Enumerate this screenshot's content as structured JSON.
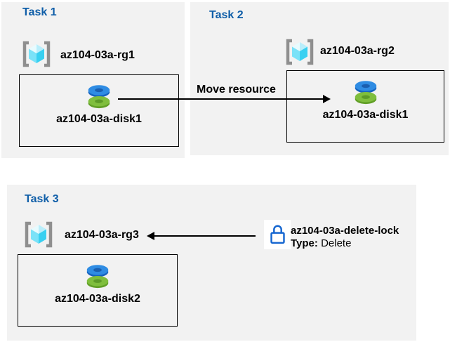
{
  "tasks": [
    {
      "title": "Task 1",
      "rg_label": "az104-03a-rg1",
      "disk_label": "az104-03a-disk1"
    },
    {
      "title": "Task 2",
      "rg_label": "az104-03a-rg2",
      "disk_label": "az104-03a-disk1"
    },
    {
      "title": "Task 3",
      "rg_label": "az104-03a-rg3",
      "disk_label": "az104-03a-disk2"
    }
  ],
  "move_arrow": {
    "label": "Move resource"
  },
  "lock": {
    "name": "az104-03a-delete-lock",
    "type_label": "Type:",
    "type_value": "Delete"
  },
  "icons": {
    "resource_group": "resource-group-icon (bracketed cyan cube)",
    "disk": "disk-icon (blue and green stacked disks)",
    "lock": "lock-icon (blue padlock outline)",
    "arrow_right": "arrowhead-right-icon",
    "arrow_left": "arrowhead-left-icon"
  },
  "colors": {
    "panel_bg": "#f2f2f2",
    "title_blue": "#0f5ea8",
    "text": "#000000",
    "box_border": "#000000",
    "arrow": "#000000",
    "rg_bracket": "#8f8f8f",
    "cube_top_l": "#e8fbfe",
    "cube_top_r": "#b9eefb",
    "cube_left": "#7ae2f8",
    "cube_right": "#38d0f1",
    "disk_blue_top": "#2f8ce3",
    "disk_blue_side": "#1663bf",
    "disk_blue_hole": "#1a5fb0",
    "disk_green_top": "#7fbe3d",
    "disk_green_side": "#619f27",
    "disk_green_hole": "#5c9a28",
    "lock_stroke": "#1566d0"
  }
}
